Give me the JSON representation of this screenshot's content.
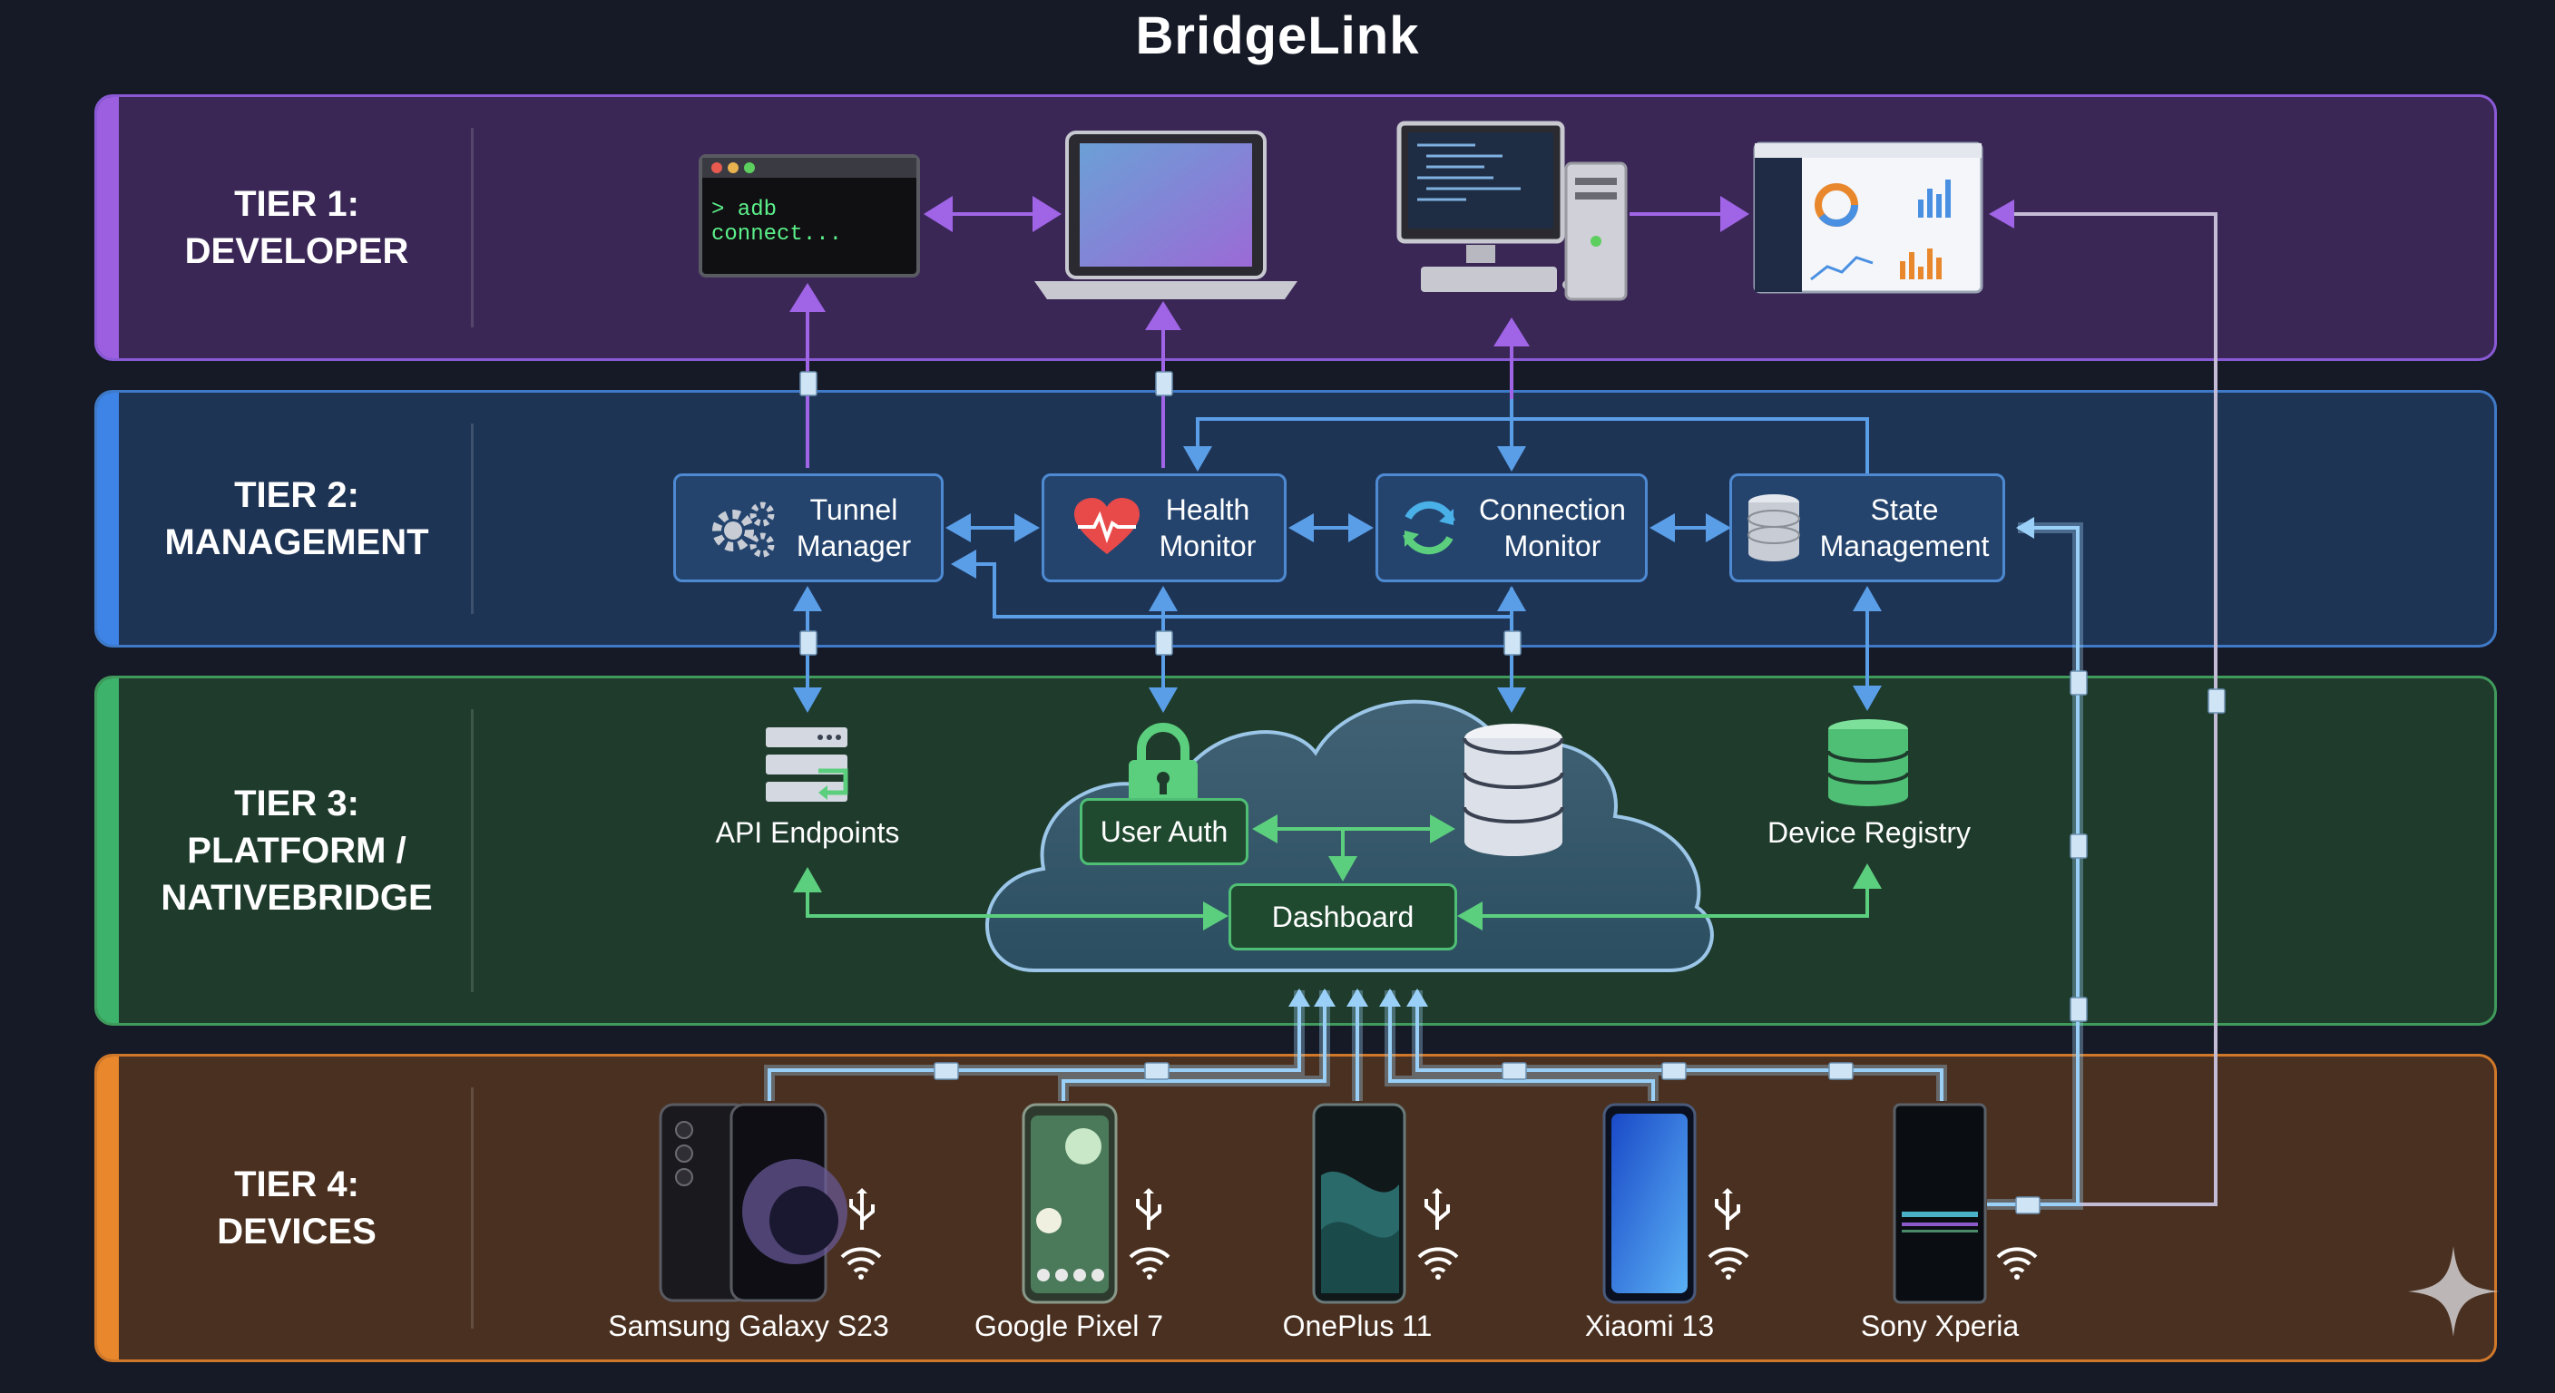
{
  "title": "BridgeLink",
  "tiers": [
    {
      "label": "TIER 1:\nDEVELOPER"
    },
    {
      "label": "TIER 2:\nMANAGEMENT"
    },
    {
      "label": "TIER 3:\nPLATFORM /\nNATIVEBRIDGE"
    },
    {
      "label": "TIER 4:\nDEVICES"
    }
  ],
  "developer": {
    "terminal_command": "> adb connect..."
  },
  "management": [
    {
      "label": "Tunnel\nManager",
      "icon": "gear-icon"
    },
    {
      "label": "Health\nMonitor",
      "icon": "heart-pulse-icon"
    },
    {
      "label": "Connection\nMonitor",
      "icon": "sync-icon"
    },
    {
      "label": "State\nManagement",
      "icon": "database-icon"
    }
  ],
  "platform": {
    "api_endpoints": "API Endpoints",
    "user_auth": "User Auth",
    "dashboard": "Dashboard",
    "device_registry": "Device Registry"
  },
  "devices": [
    {
      "name": "Samsung Galaxy S23"
    },
    {
      "name": "Google Pixel 7"
    },
    {
      "name": "OnePlus 11"
    },
    {
      "name": "Xiaomi 13"
    },
    {
      "name": "Sony Xperia"
    }
  ],
  "colors": {
    "purple": "#a064e6",
    "blue": "#4a90e2",
    "green": "#5ccf7e",
    "light_blue": "#8cc8f5",
    "grey": "#c8c8c8"
  }
}
